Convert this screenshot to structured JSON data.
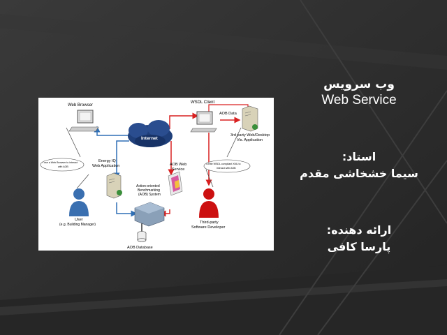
{
  "slide": {
    "title_fa": "وب سرویس",
    "title_en": "Web Service",
    "teacher_label": "استاد:",
    "teacher_name": "سیما خشخاشی مقدم",
    "presenter_label": "ارائه دهنده:",
    "presenter_name": "پارسا کافی"
  },
  "diagram": {
    "web_browser": "Web Browser",
    "wsdl_client": "WSDL Client",
    "aob_data": "AOB Data",
    "third_party_app_line1": "3rd party Web/Desktop",
    "third_party_app_line2": "Vis. Application",
    "internet": "Internet",
    "energy_iq_line1": "Energy IQ",
    "energy_iq_line2": "Web Application",
    "aob_web_service_line1": "AOB Web",
    "aob_web_service_line2": "Service",
    "aob_system_line1": "Action-oriented",
    "aob_system_line2": "Benchmarking",
    "aob_system_line3": "(AOB) System",
    "user_bubble_line1": "I use a Web Browser to interact",
    "user_bubble_line2": "with AOB",
    "dev_bubble_line1": "I write WSDL compliant XML to",
    "dev_bubble_line2": "interact with AOB",
    "user_line1": "User",
    "user_line2": "(e.g. Building Manager)",
    "developer_line1": "Third-party",
    "developer_line2": "Software Developer",
    "aob_database": "AOB Database"
  },
  "colors": {
    "background": "#2c2c2c",
    "text": "#ffffff",
    "red_arrow": "#d92020",
    "blue_arrow": "#2f6fb5",
    "user_figure": "#3a6fb0",
    "developer_figure": "#cc1010",
    "internet_cloud": "#1f3f7a"
  }
}
